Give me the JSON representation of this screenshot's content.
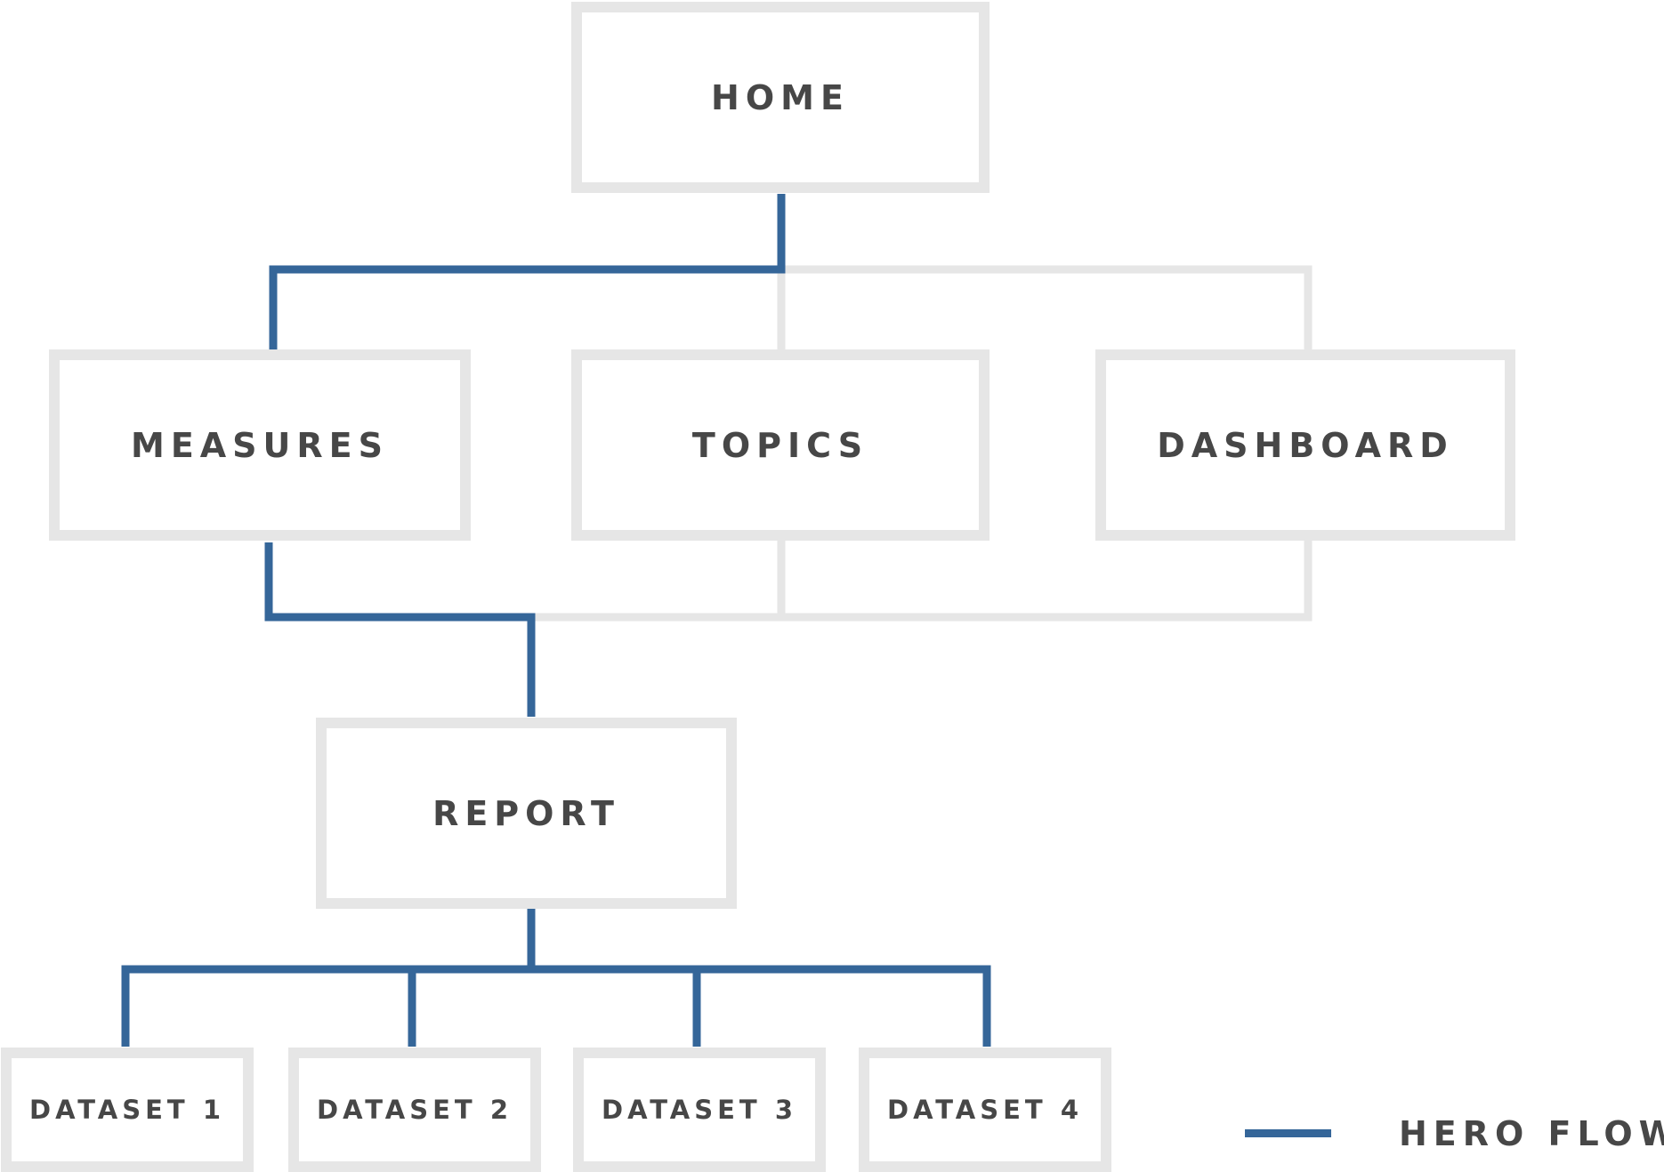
{
  "nodes": {
    "home": "HOME",
    "measures": "MEASURES",
    "topics": "TOPICS",
    "dashboard": "DASHBOARD",
    "report": "REPORT",
    "datasets": [
      "DATASET 1",
      "DATASET 2",
      "DATASET 3",
      "DATASET 4"
    ]
  },
  "legend": {
    "label": "HERO FLOW"
  },
  "colors": {
    "hero_flow": "#356699",
    "connector": "#e6e6e6",
    "box_border": "#e6e6e6",
    "text": "#474747"
  }
}
